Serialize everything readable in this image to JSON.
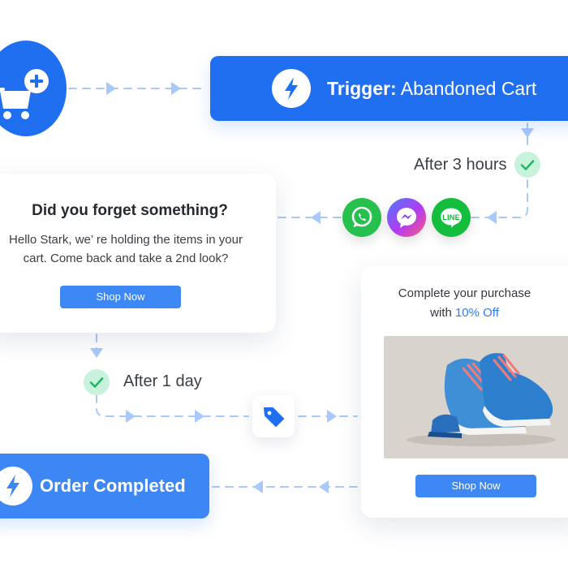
{
  "trigger": {
    "prefix": "Trigger:",
    "name": "Abandoned Cart"
  },
  "delay_first": {
    "label": "After 3 hours"
  },
  "reminder_card": {
    "title": "Did you forget something?",
    "body": "Hello Stark, we’ re holding the items in your\ncart. Come back and take a 2nd look?",
    "button_label": "Shop Now"
  },
  "channels": [
    {
      "name": "whatsapp-icon",
      "label": ""
    },
    {
      "name": "messenger-icon",
      "label": ""
    },
    {
      "name": "line-icon",
      "label": "LINE"
    }
  ],
  "delay_second": {
    "label": "After 1 day"
  },
  "offer_card": {
    "heading_line1": "Complete your purchase",
    "heading_prefix": "with ",
    "discount": "10% Off",
    "button_label": "Shop Now"
  },
  "completed": {
    "label": "Order Completed"
  },
  "colors": {
    "primary": "#1f6ff0",
    "button": "#3d88f4",
    "connector": "#a9c8fb",
    "check_bg": "#c9f2dc",
    "check_mark": "#1fb866",
    "text_dark": "#26292e"
  }
}
